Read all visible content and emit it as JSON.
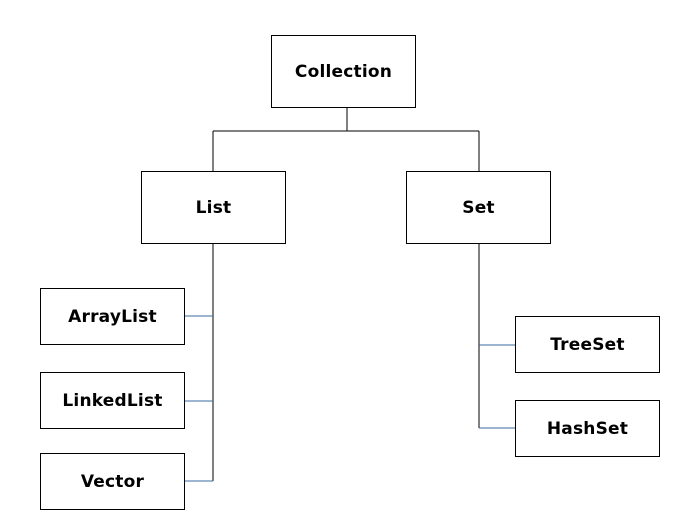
{
  "nodes": {
    "collection": "Collection",
    "list": "List",
    "set": "Set",
    "arraylist": "ArrayList",
    "linkedlist": "LinkedList",
    "vector": "Vector",
    "treeset": "TreeSet",
    "hashset": "HashSet"
  },
  "colors": {
    "border": "#000000",
    "connector": "#000000",
    "branch": "#3a6ea5"
  }
}
